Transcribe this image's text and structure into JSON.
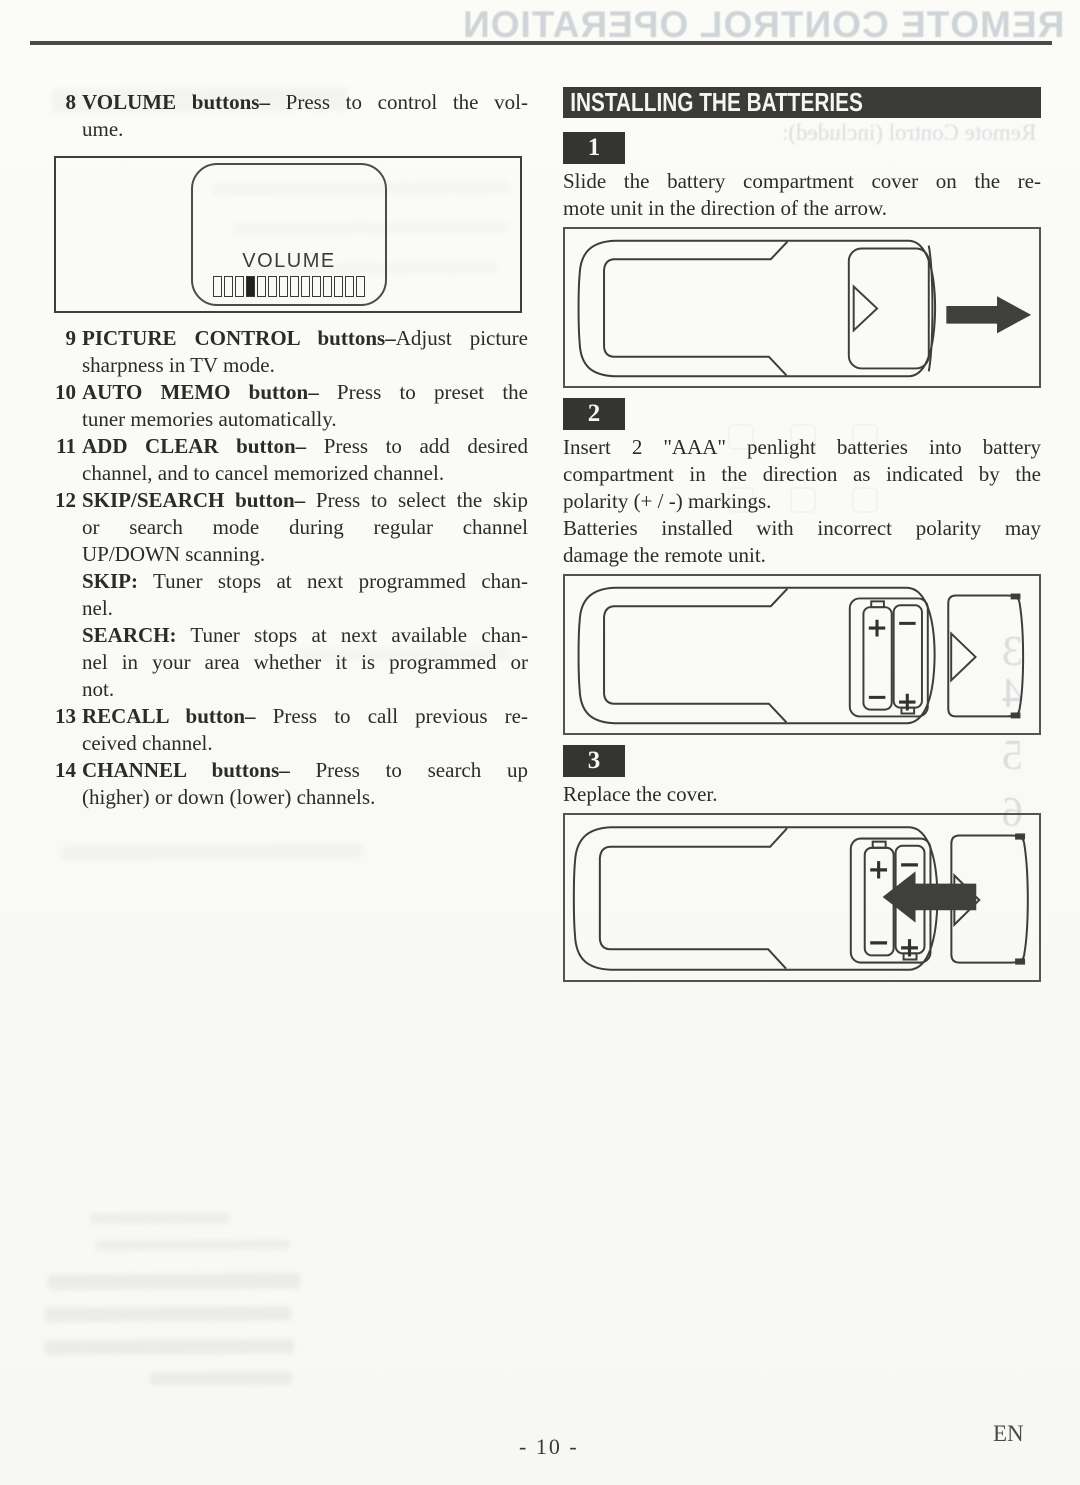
{
  "page": {
    "ghost_title": "REMOTE CONTROL OPERATION",
    "ghost_subtitle": "Remote Control (included):",
    "ghost_digits": [
      "3",
      "4",
      "5",
      "6"
    ],
    "footer": {
      "page_number": "- 10 -",
      "language": "EN"
    }
  },
  "volume_display": {
    "label": "VOLUME",
    "segments": 14,
    "filled_index": 3
  },
  "left_items": [
    {
      "number": "8",
      "lines": [
        {
          "j": 1,
          "parts": [
            {
              "t": "VOLUME buttons–",
              "b": 1
            },
            {
              "t": " Press to control the vol-"
            }
          ]
        },
        {
          "parts": [
            {
              "t": "ume."
            }
          ]
        }
      ]
    },
    {
      "number": "9",
      "lines": [
        {
          "j": 1,
          "parts": [
            {
              "t": "PICTURE CONTROL buttons–",
              "b": 1
            },
            {
              "t": "Adjust picture"
            }
          ]
        },
        {
          "parts": [
            {
              "t": "sharpness in TV mode."
            }
          ]
        }
      ]
    },
    {
      "number": "10",
      "lines": [
        {
          "j": 1,
          "parts": [
            {
              "t": "AUTO MEMO button–",
              "b": 1
            },
            {
              "t": " Press to preset the"
            }
          ]
        },
        {
          "parts": [
            {
              "t": "tuner memories automatically."
            }
          ]
        }
      ]
    },
    {
      "number": "11",
      "lines": [
        {
          "j": 1,
          "parts": [
            {
              "t": "ADD CLEAR button–",
              "b": 1
            },
            {
              "t": " Press to add desired"
            }
          ]
        },
        {
          "parts": [
            {
              "t": "channel, and to cancel memorized channel."
            }
          ]
        }
      ]
    },
    {
      "number": "12",
      "lines": [
        {
          "j": 1,
          "parts": [
            {
              "t": "SKIP/SEARCH button–",
              "b": 1
            },
            {
              "t": " Press to select the skip"
            }
          ]
        },
        {
          "j": 1,
          "parts": [
            {
              "t": "or search mode during regular channel"
            }
          ]
        },
        {
          "parts": [
            {
              "t": "UP/DOWN scanning."
            }
          ]
        },
        {
          "j": 1,
          "parts": [
            {
              "t": "SKIP:",
              "b": 1
            },
            {
              "t": " Tuner stops at next programmed chan-"
            }
          ]
        },
        {
          "parts": [
            {
              "t": "nel."
            }
          ]
        },
        {
          "j": 1,
          "parts": [
            {
              "t": "SEARCH:",
              "b": 1
            },
            {
              "t": " Tuner stops at next available chan-"
            }
          ]
        },
        {
          "j": 1,
          "parts": [
            {
              "t": "nel in your area whether it is programmed or"
            }
          ]
        },
        {
          "parts": [
            {
              "t": "not."
            }
          ]
        }
      ]
    },
    {
      "number": "13",
      "lines": [
        {
          "j": 1,
          "parts": [
            {
              "t": "RECALL button–",
              "b": 1
            },
            {
              "t": " Press to call previous re-"
            }
          ]
        },
        {
          "parts": [
            {
              "t": "ceived channel."
            }
          ]
        }
      ]
    },
    {
      "number": "14",
      "lines": [
        {
          "j": 1,
          "parts": [
            {
              "t": "CHANNEL buttons–",
              "b": 1
            },
            {
              "t": " Press to search up"
            }
          ]
        },
        {
          "parts": [
            {
              "t": "(higher) or down (lower) channels."
            }
          ]
        }
      ]
    }
  ],
  "battery_section": {
    "title": "INSTALLING THE BATTERIES",
    "steps": [
      {
        "number": "1",
        "lines": [
          {
            "j": 1,
            "parts": [
              {
                "t": "Slide the battery compartment cover on the re-"
              }
            ]
          },
          {
            "parts": [
              {
                "t": "mote unit in the direction of the arrow."
              }
            ]
          }
        ]
      },
      {
        "number": "2",
        "lines": [
          {
            "j": 1,
            "parts": [
              {
                "t": "Insert 2 \"AAA\" penlight batteries into battery"
              }
            ]
          },
          {
            "j": 1,
            "parts": [
              {
                "t": "compartment in the direction as indicated by the"
              }
            ]
          },
          {
            "parts": [
              {
                "t": "polarity (+ / -) markings."
              }
            ]
          },
          {
            "j": 1,
            "parts": [
              {
                "t": "Batteries installed with incorrect polarity may"
              }
            ]
          },
          {
            "parts": [
              {
                "t": "damage the remote unit."
              }
            ]
          }
        ]
      },
      {
        "number": "3",
        "lines": [
          {
            "parts": [
              {
                "t": "Replace the cover."
              }
            ]
          }
        ]
      }
    ],
    "battery_marks": {
      "plus": "+",
      "minus": "−"
    }
  }
}
